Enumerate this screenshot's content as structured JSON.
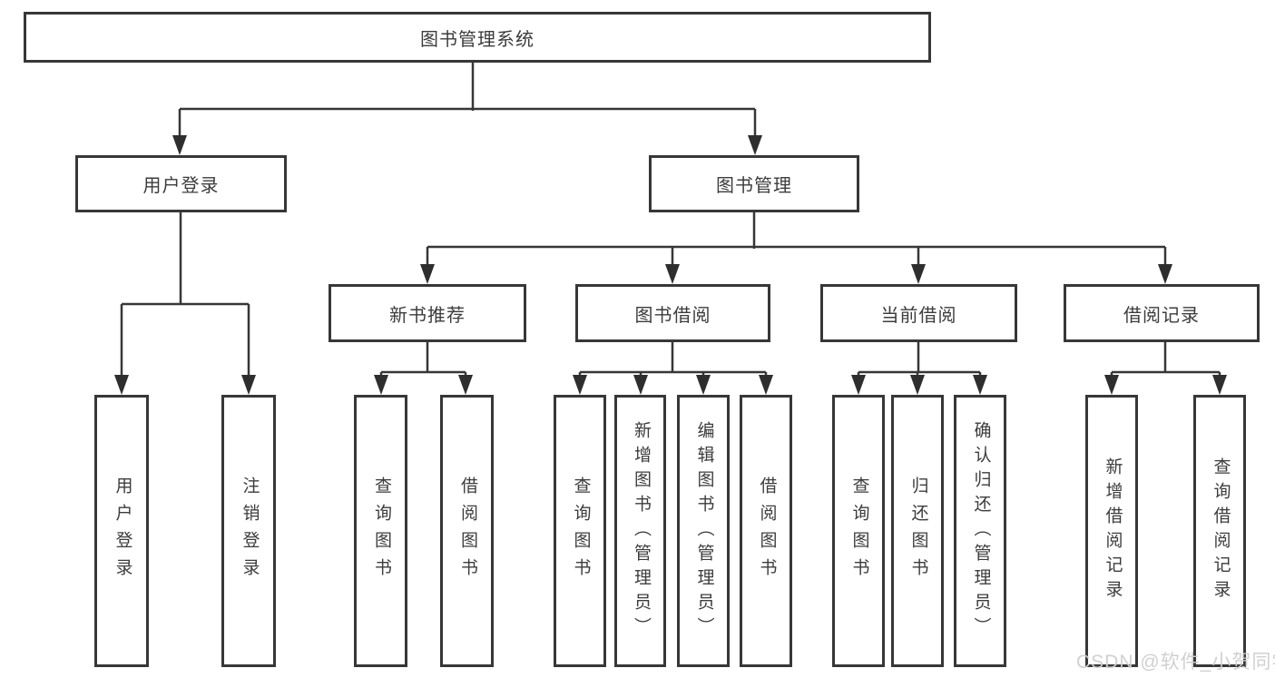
{
  "tree": {
    "label": "图书管理系统",
    "children": [
      {
        "label": "用户登录",
        "children": [
          {
            "label": "用户登录"
          },
          {
            "label": "注销登录"
          }
        ]
      },
      {
        "label": "图书管理",
        "children": [
          {
            "label": "新书推荐",
            "children": [
              {
                "label": "查询图书"
              },
              {
                "label": "借阅图书"
              }
            ]
          },
          {
            "label": "图书借阅",
            "children": [
              {
                "label": "查询图书"
              },
              {
                "label": "新增图书（管理员）"
              },
              {
                "label": "编辑图书（管理员）"
              },
              {
                "label": "借阅图书"
              }
            ]
          },
          {
            "label": "当前借阅",
            "children": [
              {
                "label": "查询图书"
              },
              {
                "label": "归还图书"
              },
              {
                "label": "确认归还（管理员）"
              }
            ]
          },
          {
            "label": "借阅记录",
            "children": [
              {
                "label": "新增借阅记录"
              },
              {
                "label": "查询借阅记录"
              }
            ]
          }
        ]
      }
    ]
  },
  "watermark": {
    "text": "CSDN @软件_小贺同学"
  },
  "colors": {
    "line": "#373737",
    "box_border": "#373737",
    "text": "#3c3c3c",
    "watermark": "#cdcdcd",
    "background": "#ffffff"
  }
}
